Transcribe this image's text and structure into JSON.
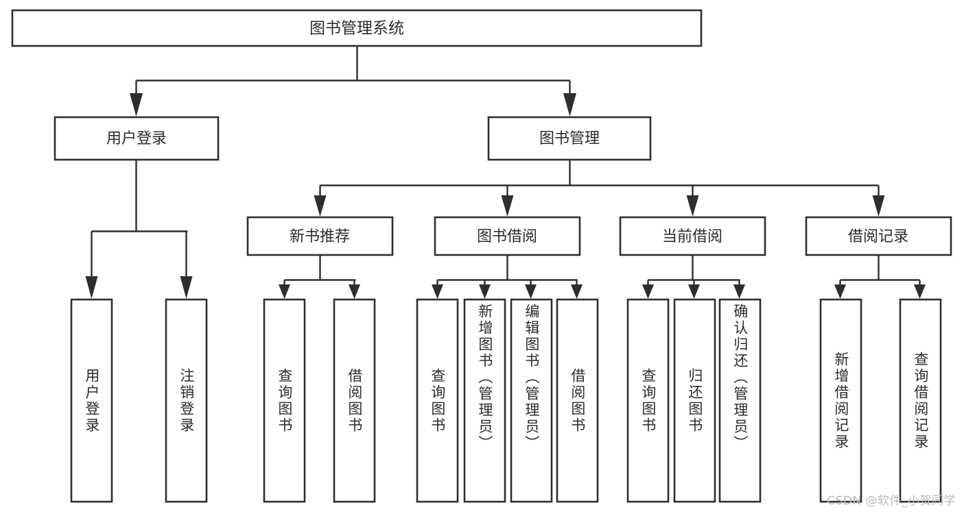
{
  "diagram": {
    "title": "图书管理系统",
    "type": "tree-hierarchy",
    "orientation": "top-down",
    "root": {
      "label": "图书管理系统"
    },
    "level2": [
      {
        "id": "user-login",
        "label": "用户登录"
      },
      {
        "id": "book-manage",
        "label": "图书管理"
      }
    ],
    "level3": [
      {
        "id": "new-book-recommend",
        "label": "新书推荐",
        "parent": "book-manage"
      },
      {
        "id": "book-borrow",
        "label": "图书借阅",
        "parent": "book-manage"
      },
      {
        "id": "current-borrow",
        "label": "当前借阅",
        "parent": "book-manage"
      },
      {
        "id": "borrow-record",
        "label": "借阅记录",
        "parent": "book-manage"
      }
    ],
    "leaves": [
      {
        "id": "leaf-user-login",
        "label": "用户登录",
        "parent": "user-login"
      },
      {
        "id": "leaf-user-logout",
        "label": "注销登录",
        "parent": "user-login"
      },
      {
        "id": "leaf-query-book-1",
        "label": "查询图书",
        "parent": "new-book-recommend"
      },
      {
        "id": "leaf-borrow-book-1",
        "label": "借阅图书",
        "parent": "new-book-recommend"
      },
      {
        "id": "leaf-query-book-2",
        "label": "查询图书",
        "parent": "book-borrow"
      },
      {
        "id": "leaf-add-book",
        "label": "新增图书（管理员）",
        "parent": "book-borrow"
      },
      {
        "id": "leaf-edit-book",
        "label": "编辑图书（管理员）",
        "parent": "book-borrow"
      },
      {
        "id": "leaf-borrow-book-2",
        "label": "借阅图书",
        "parent": "book-borrow"
      },
      {
        "id": "leaf-query-book-3",
        "label": "查询图书",
        "parent": "current-borrow"
      },
      {
        "id": "leaf-return-book",
        "label": "归还图书",
        "parent": "current-borrow"
      },
      {
        "id": "leaf-confirm-return",
        "label": "确认归还（管理员）",
        "parent": "current-borrow"
      },
      {
        "id": "leaf-add-record",
        "label": "新增借阅记录",
        "parent": "borrow-record"
      },
      {
        "id": "leaf-query-record",
        "label": "查询借阅记录",
        "parent": "borrow-record"
      }
    ],
    "colors": {
      "stroke": "#2e2e2e",
      "box_fill": "#ffffff",
      "text": "#2b2b2b",
      "background": "#ffffff",
      "watermark": "#b9b9b9"
    }
  },
  "watermark": {
    "text": "CSDN @软件_小贺同学"
  }
}
